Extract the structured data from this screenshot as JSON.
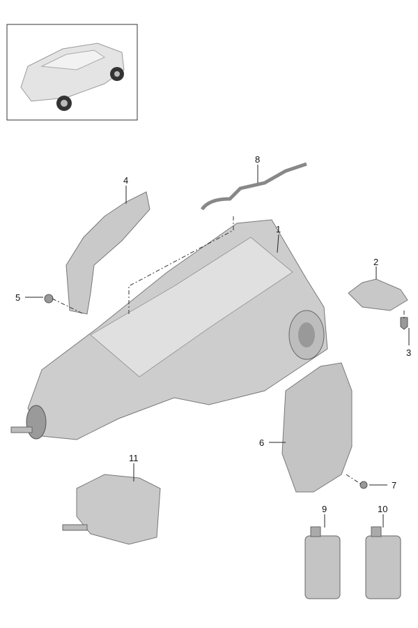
{
  "callouts": [
    {
      "id": "1",
      "part": "transmission"
    },
    {
      "id": "2",
      "part": "heat-shield-right"
    },
    {
      "id": "3",
      "part": "bolt-right"
    },
    {
      "id": "4",
      "part": "heat-shield-top"
    },
    {
      "id": "5",
      "part": "bolt-left"
    },
    {
      "id": "6",
      "part": "heat-shield-lower"
    },
    {
      "id": "7",
      "part": "bolt-lower"
    },
    {
      "id": "8",
      "part": "breather-hose"
    },
    {
      "id": "9",
      "part": "oil-bottle-1"
    },
    {
      "id": "10",
      "part": "oil-bottle-2"
    },
    {
      "id": "11",
      "part": "transfer-case"
    }
  ],
  "colors": {
    "part": "#c9c9c9",
    "part_dark": "#8a8a8a",
    "line": "#222222"
  }
}
